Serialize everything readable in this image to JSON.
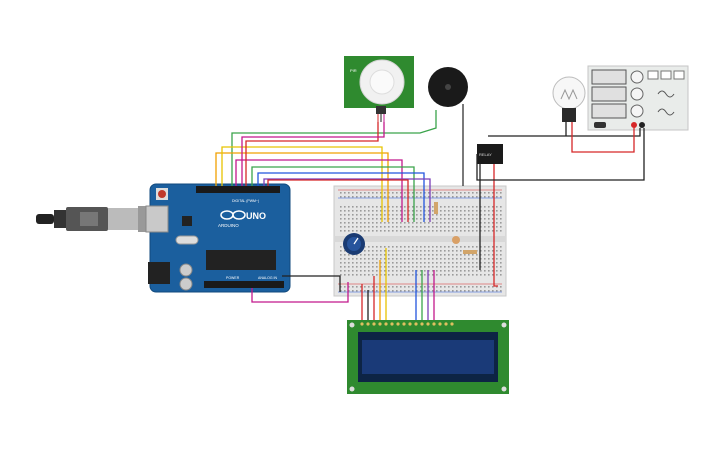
{
  "arduino": {
    "brand": "UNO",
    "sub": "ARDUINO",
    "digital_label": "DIGITAL (PWM~)",
    "power_label": "POWER",
    "analog_label": "ANALOG IN",
    "board_color": "#1b5f9e"
  },
  "pir": {
    "label": "PIR"
  },
  "relay": {
    "label": "RELAY"
  },
  "wire_colors": {
    "red": "#d62728",
    "black": "#222222",
    "green": "#3aa34a",
    "orange": "#f0a000",
    "yellow": "#e8c400",
    "pink": "#c2188c",
    "blue": "#2255dd",
    "purple": "#7b3fb8"
  }
}
